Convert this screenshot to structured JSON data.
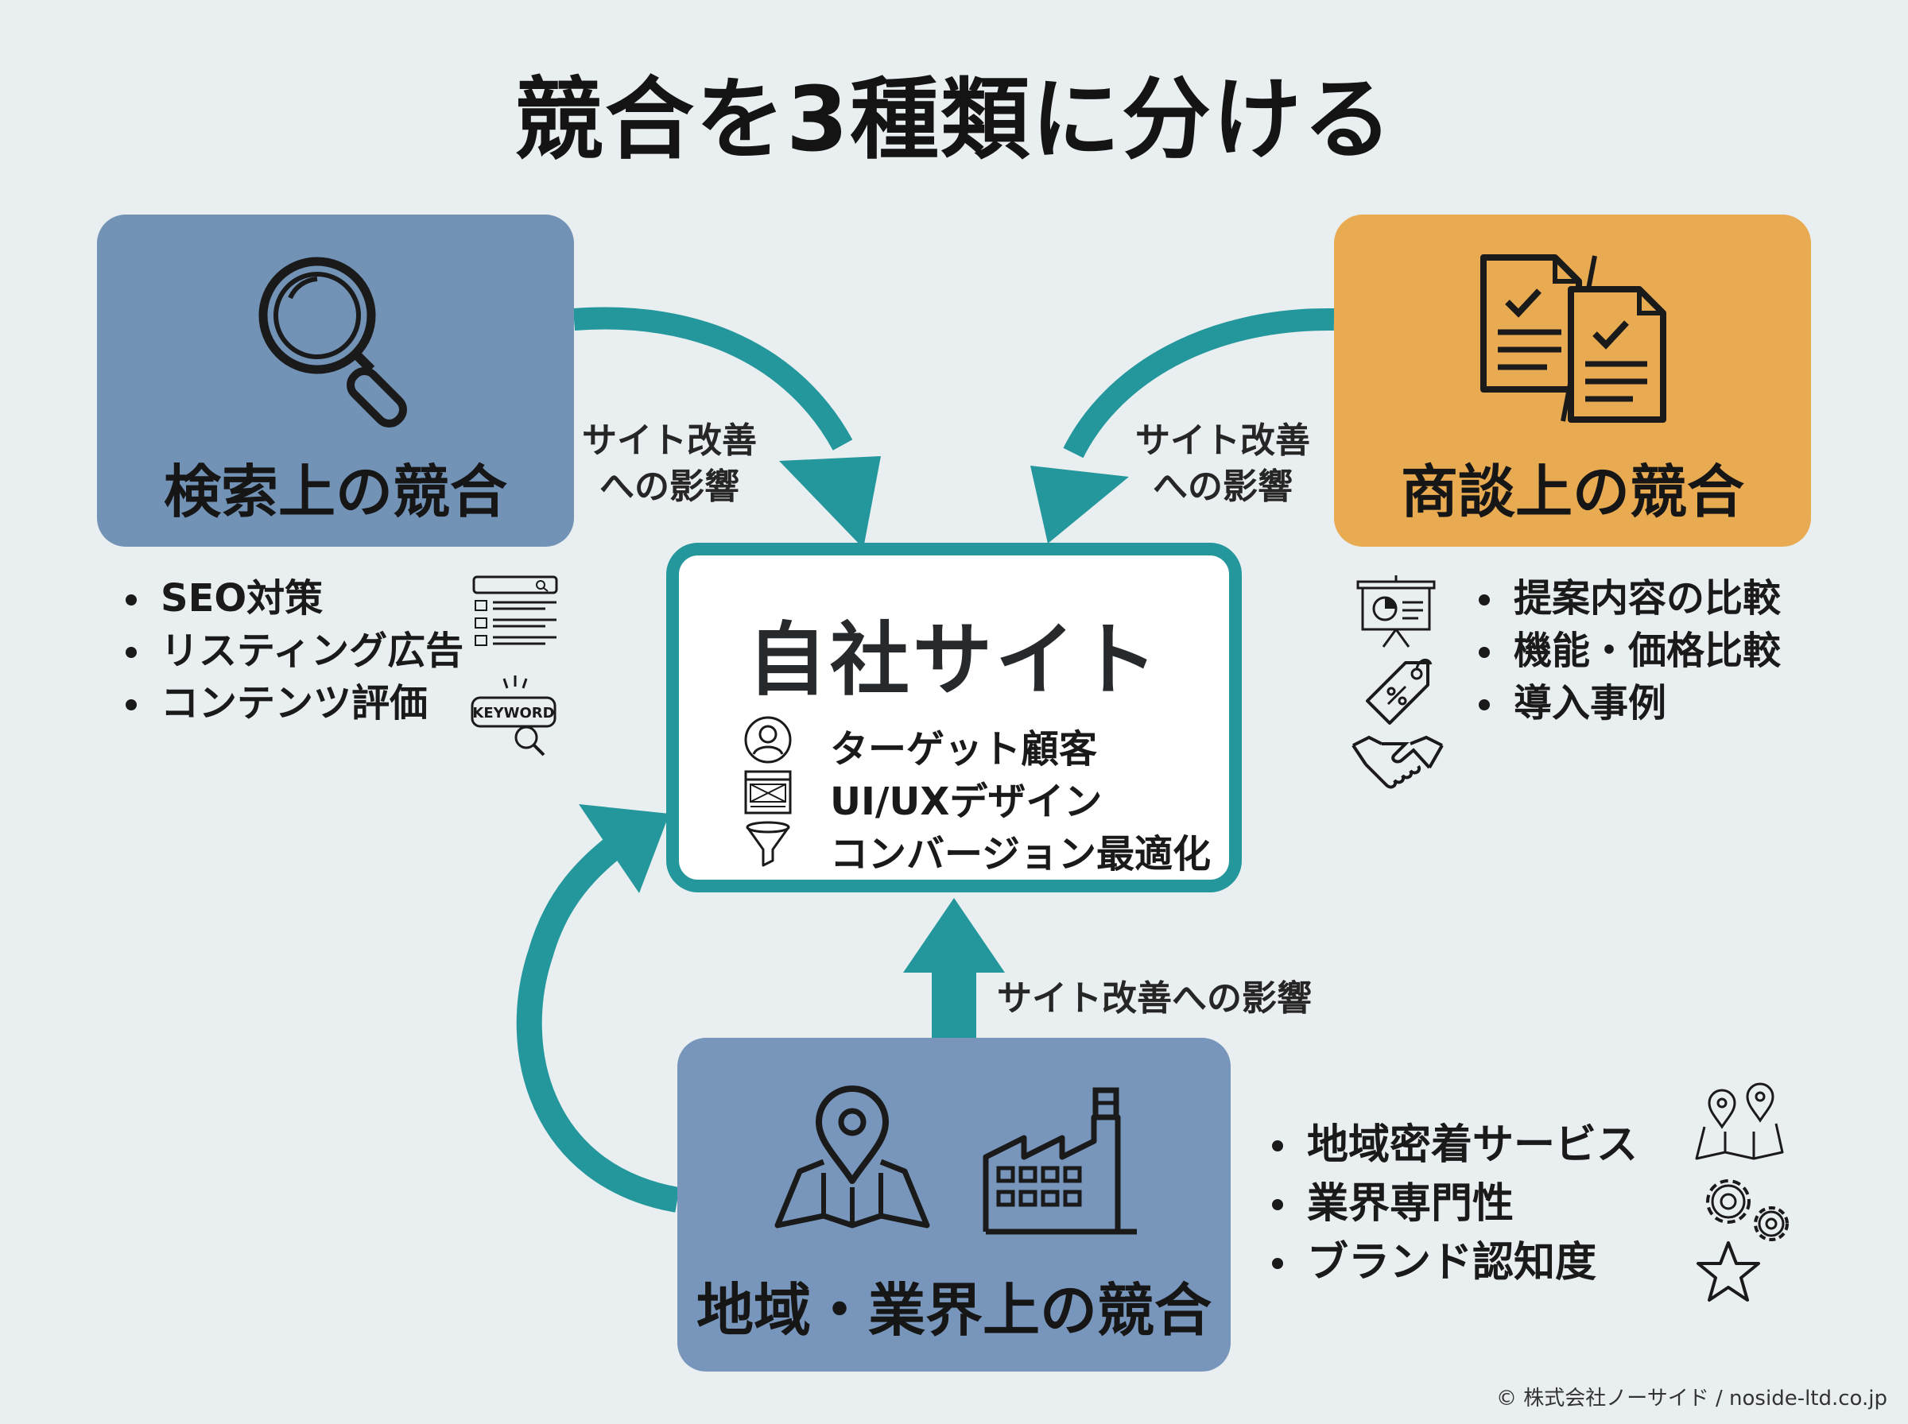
{
  "title": "競合を3種類に分ける",
  "center": {
    "title": "自社サイト",
    "items": [
      {
        "label": "ターゲット顧客",
        "icon": "person-icon"
      },
      {
        "label": "UI/UXデザイン",
        "icon": "layout-icon"
      },
      {
        "label": "コンバージョン最適化",
        "icon": "funnel-icon"
      }
    ]
  },
  "search": {
    "label": "検索上の競合",
    "icon": "magnifier-icon",
    "bullets": [
      "SEO対策",
      "リスティング広告",
      "コンテンツ評価"
    ],
    "badge_text": "KEYWORD",
    "side_icons": [
      "search-results-icon",
      "keyword-search-icon"
    ]
  },
  "deal": {
    "label": "商談上の競合",
    "icon": "documents-compare-icon",
    "bullets": [
      "提案内容の比較",
      "機能・価格比較",
      "導入事例"
    ],
    "side_icons": [
      "presentation-icon",
      "price-tag-icon",
      "handshake-icon"
    ]
  },
  "local": {
    "label": "地域・業界上の競合",
    "icons": [
      "map-pin-icon",
      "factory-icon"
    ],
    "bullets": [
      "地域密着サービス",
      "業界専門性",
      "ブランド認知度"
    ],
    "side_icons": [
      "map-icon",
      "gears-icon",
      "star-icon"
    ]
  },
  "arrows": {
    "left_label_1": "サイト改善",
    "left_label_2": "への影響",
    "right_label_1": "サイト改善",
    "right_label_2": "への影響",
    "bottom_label": "サイト改善への影響"
  },
  "colors": {
    "teal": "#23979c",
    "search_box": "#7292b6",
    "deal_box": "#e8ab52",
    "local_box": "#7896bb",
    "background": "#e9eef1"
  },
  "footer": "© 株式会社ノーサイド / noside-ltd.co.jp"
}
